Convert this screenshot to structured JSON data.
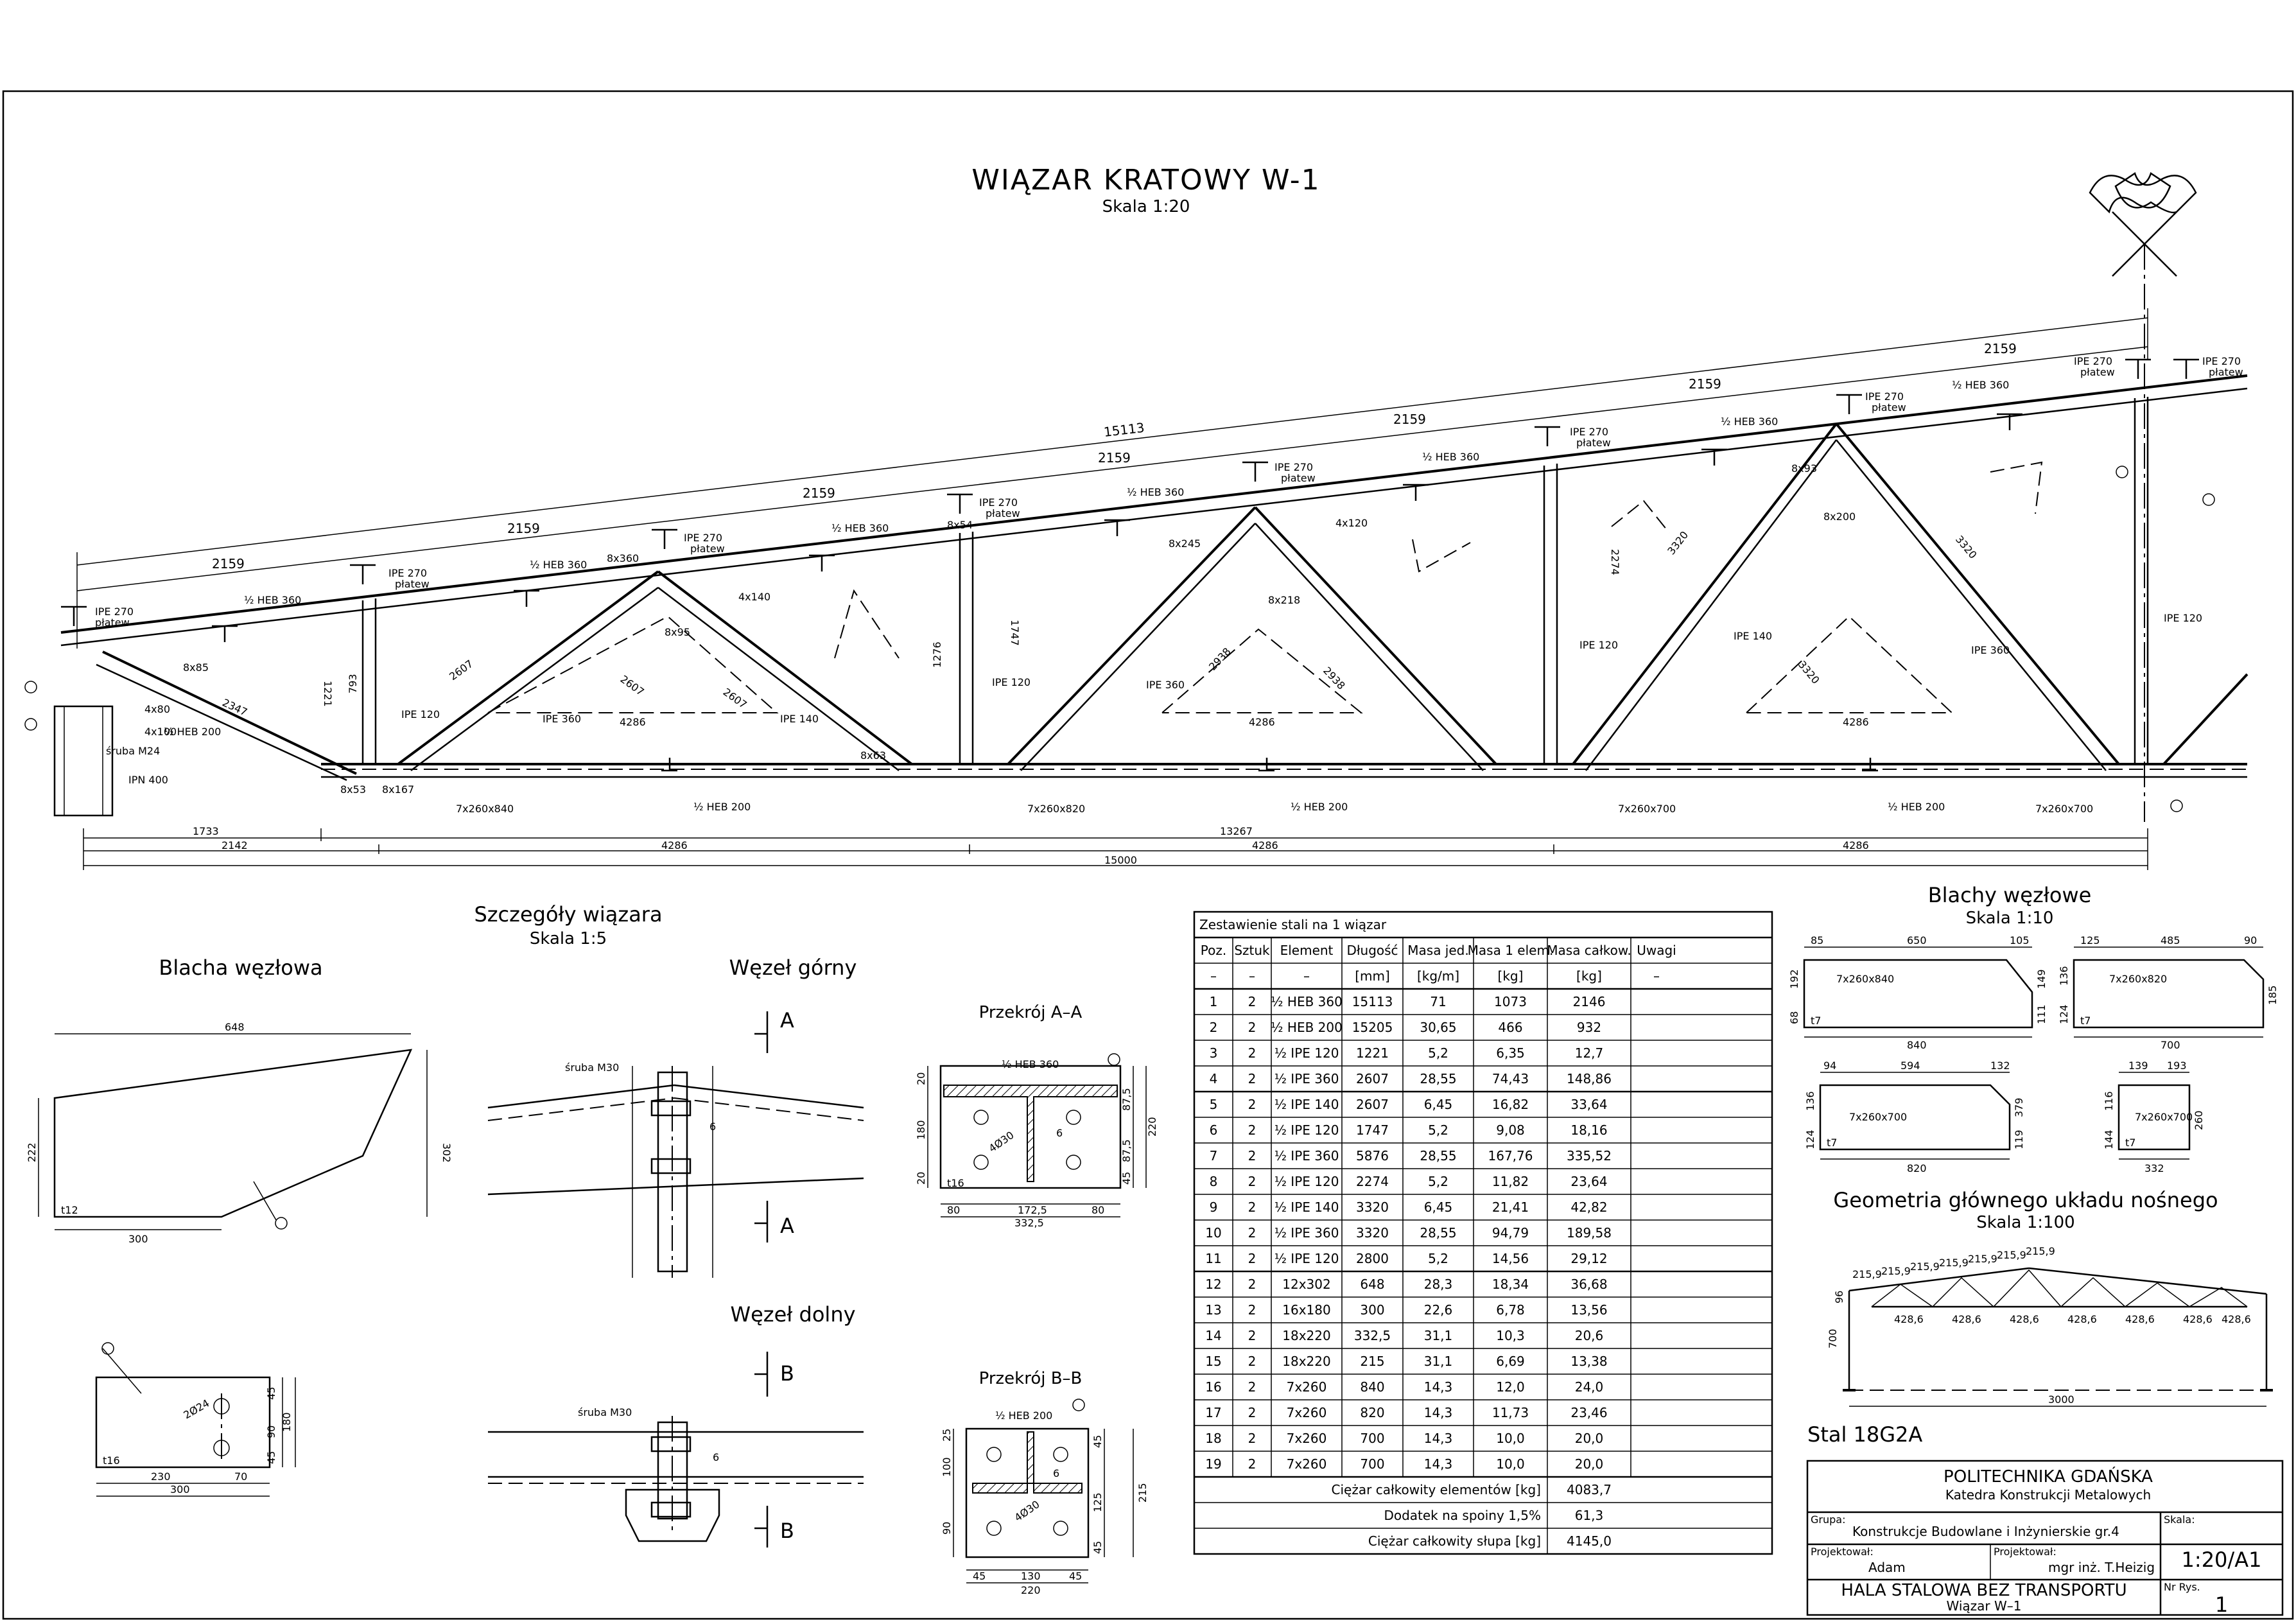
{
  "title": "WIĄZAR KRATOWY W-1",
  "title_scale": "Skala 1:20",
  "truss": {
    "chord_labels": [
      "2159",
      "2159",
      "2159",
      "2159",
      "2159",
      "2159",
      "2159"
    ],
    "chord_total": "15113",
    "purlin_label": "IPE 270",
    "purlin_sub": "płatew",
    "top_chord": "½ HEB 360",
    "bottom_chord": "½ HEB 200",
    "column": "IPN 400",
    "bolt": "śruba M24",
    "plates": [
      "7x260x840",
      "7x260x820",
      "7x260x700",
      "7x260x700"
    ],
    "diag_lengths": [
      "2347",
      "2607",
      "2607",
      "2607",
      "2938",
      "2938",
      "3320",
      "3320",
      "3320",
      "2274",
      "1747",
      "1276",
      "793",
      "1221"
    ],
    "sections": [
      "IPE 120",
      "IPE 360",
      "IPE 140",
      "IPE 120",
      "IPE 360",
      "IPE 120",
      "IPE 140",
      "IPE 360",
      "IPE 120"
    ],
    "panel_widths": [
      "4286",
      "4286",
      "4286"
    ],
    "dims_bottom": [
      "1733",
      "13267",
      "2142",
      "4286",
      "4286",
      "4286",
      "15000"
    ],
    "welds": [
      "4x80",
      "4x100",
      "4x120",
      "4x140",
      "8x85",
      "8x53",
      "8x167",
      "8x63",
      "8x95",
      "8x218",
      "8x245",
      "8x360",
      "8x54",
      "8x93",
      "8x200"
    ]
  },
  "details": {
    "title": "Szczegóły wiązara",
    "scale": "Skala 1:5",
    "plate_title": "Blacha węzłowa",
    "plate_dims": [
      "648",
      "222",
      "302",
      "300",
      "t12"
    ],
    "plate2_dims": [
      "2Ø24",
      "230",
      "70",
      "300",
      "45",
      "90",
      "45",
      "180",
      "t16"
    ],
    "top_node": "Węzeł górny",
    "bottom_node": "Węzeł dolny",
    "bolt_m30": "śruba M30",
    "section_a": "Przekrój A–A",
    "section_b": "Przekrój B–B",
    "sec_a_dims": [
      "80",
      "172,5",
      "80",
      "332,5",
      "20",
      "180",
      "20",
      "87,5",
      "87,5",
      "45",
      "220",
      "4Ø30",
      "t16"
    ],
    "sec_b_dims": [
      "25",
      "100",
      "90",
      "45",
      "130",
      "45",
      "220",
      "45",
      "125",
      "45",
      "215",
      "4Ø30"
    ],
    "cut_a": "A",
    "cut_b": "B",
    "weld6": "6"
  },
  "steel_table": {
    "title": "Zestawienie stali na 1 wiązar",
    "headers": [
      "Poz.",
      "Sztuk",
      "Element",
      "Długość",
      "Masa jed.",
      "Masa 1 elem.",
      "Masa całkow.",
      "Uwagi"
    ],
    "units": [
      "–",
      "–",
      "–",
      "[mm]",
      "[kg/m]",
      "[kg]",
      "[kg]",
      "–"
    ],
    "rows": [
      [
        "1",
        "2",
        "½ HEB 360",
        "15113",
        "71",
        "1073",
        "2146",
        ""
      ],
      [
        "2",
        "2",
        "½ HEB 200",
        "15205",
        "30,65",
        "466",
        "932",
        ""
      ],
      [
        "3",
        "2",
        "½ IPE 120",
        "1221",
        "5,2",
        "6,35",
        "12,7",
        ""
      ],
      [
        "4",
        "2",
        "½ IPE 360",
        "2607",
        "28,55",
        "74,43",
        "148,86",
        ""
      ],
      [
        "5",
        "2",
        "½ IPE 140",
        "2607",
        "6,45",
        "16,82",
        "33,64",
        ""
      ],
      [
        "6",
        "2",
        "½ IPE 120",
        "1747",
        "5,2",
        "9,08",
        "18,16",
        ""
      ],
      [
        "7",
        "2",
        "½ IPE 360",
        "5876",
        "28,55",
        "167,76",
        "335,52",
        ""
      ],
      [
        "8",
        "2",
        "½ IPE 120",
        "2274",
        "5,2",
        "11,82",
        "23,64",
        ""
      ],
      [
        "9",
        "2",
        "½ IPE 140",
        "3320",
        "6,45",
        "21,41",
        "42,82",
        ""
      ],
      [
        "10",
        "2",
        "½ IPE 360",
        "3320",
        "28,55",
        "94,79",
        "189,58",
        ""
      ],
      [
        "11",
        "2",
        "½ IPE 120",
        "2800",
        "5,2",
        "14,56",
        "29,12",
        ""
      ],
      [
        "12",
        "2",
        "12x302",
        "648",
        "28,3",
        "18,34",
        "36,68",
        ""
      ],
      [
        "13",
        "2",
        "16x180",
        "300",
        "22,6",
        "6,78",
        "13,56",
        ""
      ],
      [
        "14",
        "2",
        "18x220",
        "332,5",
        "31,1",
        "10,3",
        "20,6",
        ""
      ],
      [
        "15",
        "2",
        "18x220",
        "215",
        "31,1",
        "6,69",
        "13,38",
        ""
      ],
      [
        "16",
        "2",
        "7x260",
        "840",
        "14,3",
        "12,0",
        "24,0",
        ""
      ],
      [
        "17",
        "2",
        "7x260",
        "820",
        "14,3",
        "11,73",
        "23,46",
        ""
      ],
      [
        "18",
        "2",
        "7x260",
        "700",
        "14,3",
        "10,0",
        "20,0",
        ""
      ],
      [
        "19",
        "2",
        "7x260",
        "700",
        "14,3",
        "10,0",
        "20,0",
        ""
      ]
    ],
    "totals": [
      {
        "label": "Ciężar całkowity elementów [kg]",
        "value": "4083,7"
      },
      {
        "label": "Dodatek na spoiny 1,5%",
        "value": "61,3"
      },
      {
        "label": "Ciężar całkowity słupa [kg]",
        "value": "4145,0"
      }
    ]
  },
  "gusset_plates": {
    "title": "Blachy węzłowe",
    "scale": "Skala 1:10",
    "p1": {
      "label": "7x260x840",
      "dims": [
        "85",
        "650",
        "105",
        "192",
        "68",
        "149",
        "111",
        "840"
      ]
    },
    "p2": {
      "label": "7x260x820",
      "dims": [
        "125",
        "485",
        "90",
        "124",
        "136",
        "185",
        "700"
      ]
    },
    "p3": {
      "label": "7x260x700",
      "dims": [
        "94",
        "594",
        "132",
        "136",
        "124",
        "379",
        "119",
        "820"
      ]
    },
    "p4": {
      "label": "7x260x700",
      "dims": [
        "139",
        "193",
        "116",
        "144",
        "260",
        "332"
      ]
    },
    "t7": "t7"
  },
  "geometry": {
    "title": "Geometria głównego układu nośnego",
    "scale": "Skala 1:100",
    "top": [
      "215,9",
      "215,9",
      "215,9",
      "215,9",
      "215,9",
      "215,9",
      "215,9"
    ],
    "bottom": [
      "428,6",
      "428,6",
      "428,6",
      "428,6",
      "428,6",
      "428,6",
      "428,6"
    ],
    "h1": "96",
    "h2": "700",
    "span": "3000"
  },
  "steel_grade": "Stal 18G2A",
  "title_block": {
    "university": "POLITECHNIKA GDAŃSKA",
    "department": "Katedra Konstrukcji Metalowych",
    "group_label": "Grupa:",
    "group": "Konstrukcje Budowlane i Inżynierskie gr.4",
    "scale_label": "Skala:",
    "scale": "1:20/A1",
    "designed_label": "Projektował:",
    "designer": "Adam",
    "checked_label": "Projektował:",
    "checker": "mgr inż. T.Heizig",
    "drawing_title": "HALA STALOWA BEZ TRANSPORTU",
    "drawing_sub": "Wiązar W–1",
    "no_label": "Nr Rys.",
    "no": "1"
  }
}
